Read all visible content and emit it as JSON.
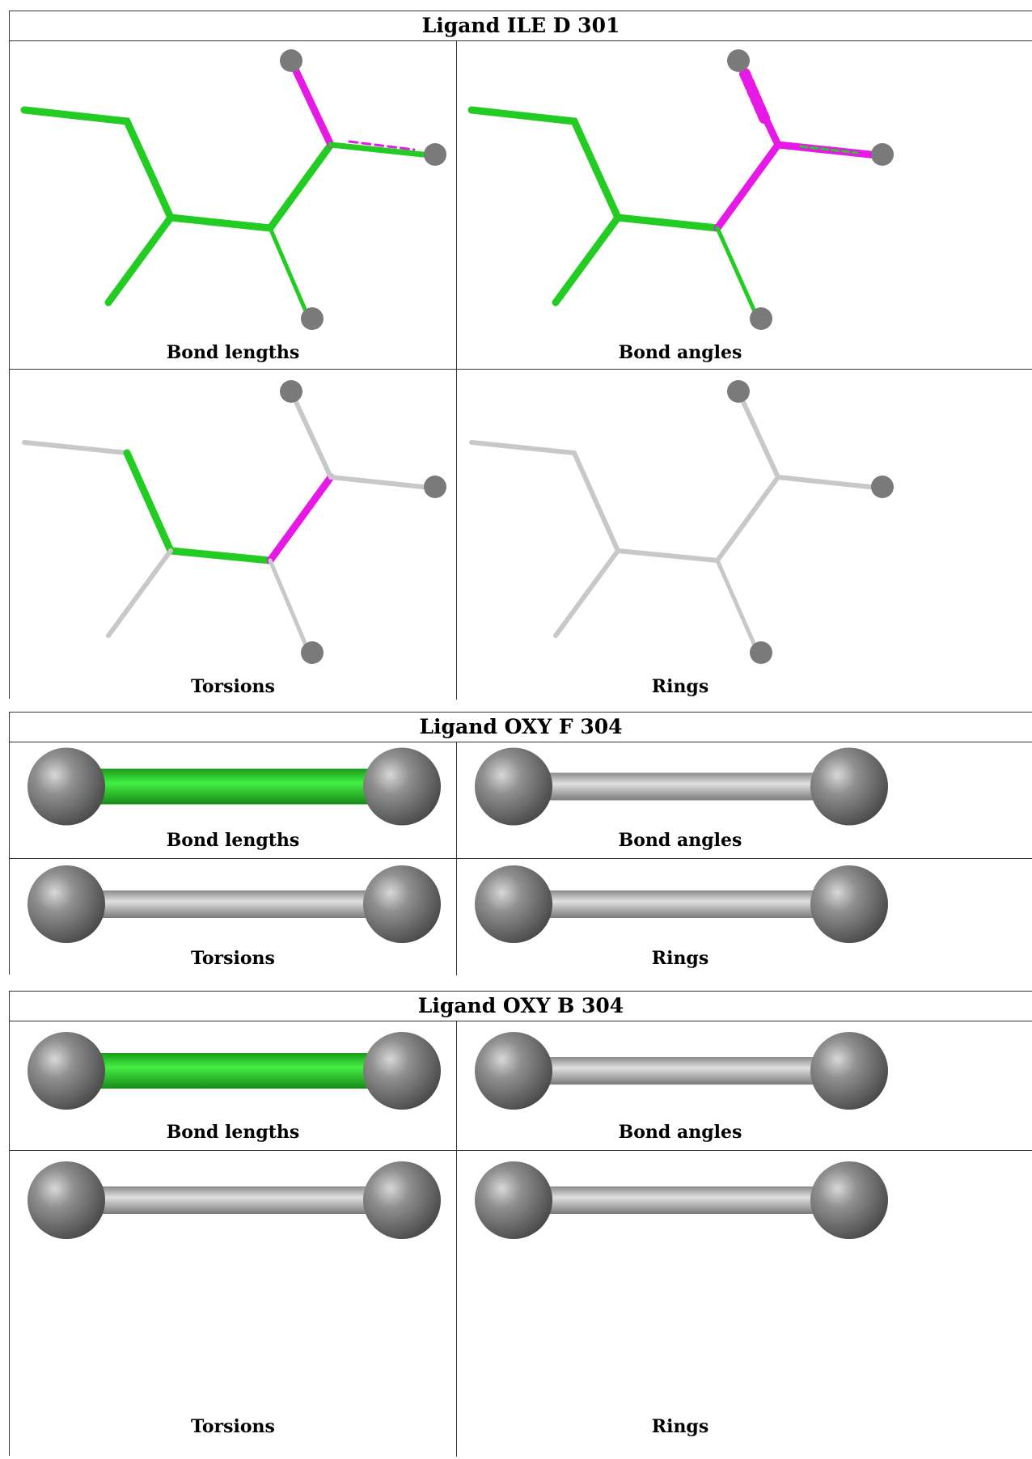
{
  "ligands": [
    {
      "title": "Ligand ILE D 301",
      "panels": [
        {
          "caption": "Bond lengths",
          "scheme": "green-magenta-bond"
        },
        {
          "caption": "Bond angles",
          "scheme": "magenta-angles"
        },
        {
          "caption": "Torsions",
          "scheme": "torsion"
        },
        {
          "caption": "Rings",
          "scheme": "gray"
        }
      ]
    },
    {
      "title": "Ligand OXY F 304",
      "panels": [
        {
          "caption": "Bond lengths",
          "bond_color": "green"
        },
        {
          "caption": "Bond angles",
          "bond_color": "gray"
        },
        {
          "caption": "Torsions",
          "bond_color": "gray"
        },
        {
          "caption": "Rings",
          "bond_color": "gray"
        }
      ]
    },
    {
      "title": "Ligand OXY B 304",
      "panels": [
        {
          "caption": "Bond lengths",
          "bond_color": "green"
        },
        {
          "caption": "Bond angles",
          "bond_color": "gray"
        },
        {
          "caption": "Torsions",
          "bond_color": "gray"
        },
        {
          "caption": "Rings",
          "bond_color": "gray"
        }
      ]
    }
  ],
  "colors": {
    "green": "#22cc22",
    "magenta": "#e619e6",
    "gray": "#c8c8c8",
    "atom": "#7a7a7a"
  }
}
